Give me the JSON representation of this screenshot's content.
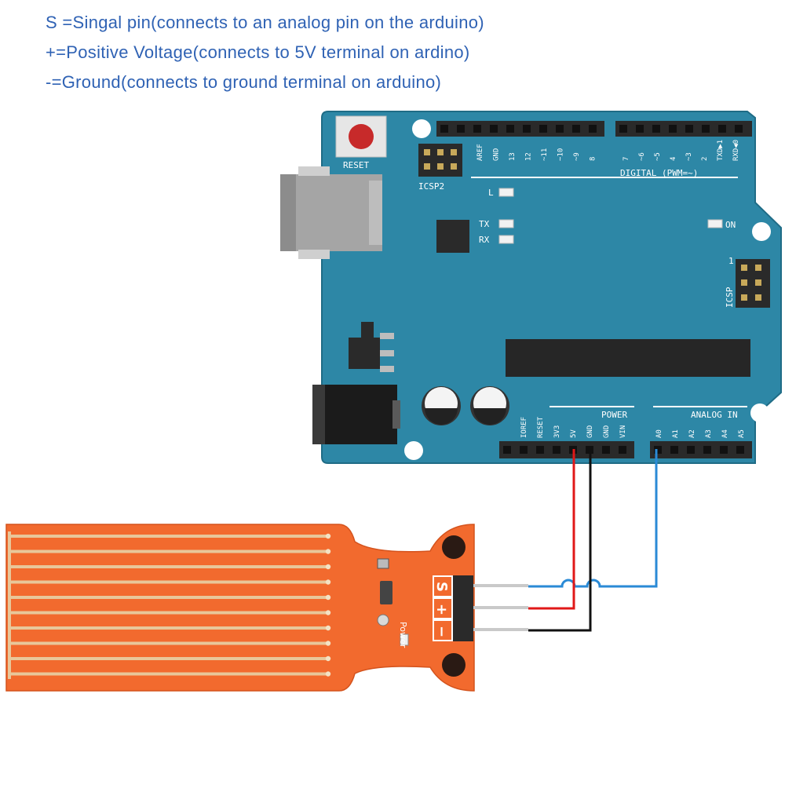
{
  "notes": [
    "S =Singal pin(connects to an analog pin on the arduino)",
    "+=Positive Voltage(connects to 5V terminal on ardino)",
    "-=Ground(connects to ground terminal on arduino)"
  ],
  "board": {
    "reset_label": "RESET",
    "icsp2_label": "ICSP2",
    "icsp_label": "ICSP",
    "icsp_pin1": "1",
    "led_l": "L",
    "led_tx": "TX",
    "led_rx": "RX",
    "led_on": "ON",
    "digital_label": "DIGITAL (PWM=~)",
    "digital_left_pins": [
      "AREF",
      "GND",
      "13",
      "12",
      "~11",
      "~10",
      "~9",
      "8"
    ],
    "digital_right_pins": [
      "7",
      "~6",
      "~5",
      "4",
      "~3",
      "2",
      "TXD▶1",
      "RXD◀0"
    ],
    "power_label": "POWER",
    "power_pins": [
      "IOREF",
      "RESET",
      "3V3",
      "5V",
      "GND",
      "GND",
      "VIN"
    ],
    "analog_label": "ANALOG IN",
    "analog_pins": [
      "A0",
      "A1",
      "A2",
      "A3",
      "A4",
      "A5"
    ]
  },
  "sensor": {
    "pin_s": "S",
    "pin_plus": "+",
    "pin_minus": "−",
    "power_silk": "Power"
  },
  "colors": {
    "notes_text": "#2f62b4",
    "board": "#2d87a6",
    "sensor": "#f26a2e",
    "wire_signal": "#2a8ad6",
    "wire_power": "#e01818",
    "wire_ground": "#111111"
  }
}
